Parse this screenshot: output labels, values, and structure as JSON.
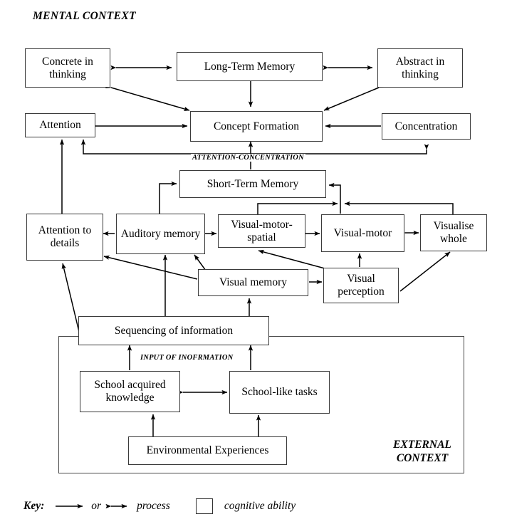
{
  "diagram": {
    "title": "MENTAL CONTEXT",
    "external_context_label": "EXTERNAL\nCONTEXT",
    "flow_labels": {
      "attention_concentration": "ATTENTION-CONCENTRATION",
      "input_of_information": "INPUT OF INOFRMATION"
    },
    "nodes": {
      "concrete_in_thinking": "Concrete in thinking",
      "long_term_memory": "Long-Term Memory",
      "abstract_in_thinking": "Abstract in thinking",
      "attention": "Attention",
      "concept_formation": "Concept Formation",
      "concentration": "Concentration",
      "short_term_memory": "Short-Term Memory",
      "attention_to_details": "Attention to details",
      "auditory_memory": "Auditory memory",
      "visual_motor_spatial": "Visual-motor-spatial",
      "visual_motor": "Visual-motor",
      "visualise_whole": "Visualise whole",
      "visual_memory": "Visual memory",
      "visual_perception": "Visual perception",
      "sequencing_of_information": "Sequencing of information",
      "school_acquired_knowledge": "School acquired knowledge",
      "school_like_tasks": "School-like tasks",
      "environmental_experiences": "Environmental Experiences"
    },
    "key": {
      "label": "Key:",
      "or_text": "or",
      "process_text": "process",
      "cognitive_ability_text": "cognitive ability"
    },
    "colors": {
      "stroke": "#3a3a3a",
      "background": "#ffffff",
      "text": "#000000"
    }
  }
}
